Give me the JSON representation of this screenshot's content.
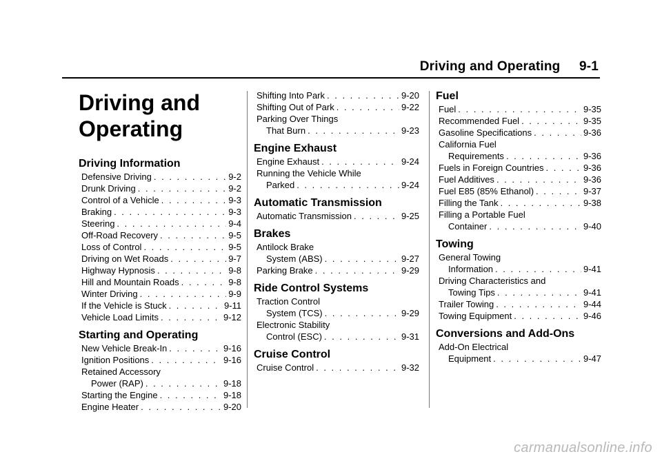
{
  "header": {
    "section_title": "Driving and Operating",
    "page_number": "9-1"
  },
  "chapter_title_line1": "Driving and",
  "chapter_title_line2": "Operating",
  "col1": [
    {
      "title": "Driving Information",
      "entries": [
        {
          "lines": [],
          "last": "Defensive Driving",
          "page": "9-2"
        },
        {
          "lines": [],
          "last": "Drunk Driving",
          "page": "9-2"
        },
        {
          "lines": [],
          "last": "Control of a Vehicle",
          "page": "9-3"
        },
        {
          "lines": [],
          "last": "Braking",
          "page": "9-3"
        },
        {
          "lines": [],
          "last": "Steering",
          "page": "9-4"
        },
        {
          "lines": [],
          "last": "Off-Road Recovery",
          "page": "9-5"
        },
        {
          "lines": [],
          "last": "Loss of Control",
          "page": "9-5"
        },
        {
          "lines": [],
          "last": "Driving on Wet Roads",
          "page": "9-7"
        },
        {
          "lines": [],
          "last": "Highway Hypnosis",
          "page": "9-8"
        },
        {
          "lines": [],
          "last": "Hill and Mountain Roads",
          "page": "9-8"
        },
        {
          "lines": [],
          "last": "Winter Driving",
          "page": "9-9"
        },
        {
          "lines": [],
          "last": "If the Vehicle is Stuck",
          "page": "9-11"
        },
        {
          "lines": [],
          "last": "Vehicle Load Limits",
          "page": "9-12"
        }
      ]
    },
    {
      "title": "Starting and Operating",
      "entries": [
        {
          "lines": [],
          "last": "New Vehicle Break-In",
          "page": "9-16"
        },
        {
          "lines": [],
          "last": "Ignition Positions",
          "page": "9-16"
        },
        {
          "lines": [
            "Retained Accessory"
          ],
          "last": "Power (RAP)",
          "page": "9-18"
        },
        {
          "lines": [],
          "last": "Starting the Engine",
          "page": "9-18"
        },
        {
          "lines": [],
          "last": "Engine Heater",
          "page": "9-20"
        }
      ]
    }
  ],
  "col2": [
    {
      "title": "",
      "entries": [
        {
          "lines": [],
          "last": "Shifting Into Park",
          "page": "9-20"
        },
        {
          "lines": [],
          "last": "Shifting Out of Park",
          "page": "9-22"
        },
        {
          "lines": [
            "Parking Over Things"
          ],
          "last": "That Burn",
          "page": "9-23"
        }
      ]
    },
    {
      "title": "Engine Exhaust",
      "entries": [
        {
          "lines": [],
          "last": "Engine Exhaust",
          "page": "9-24"
        },
        {
          "lines": [
            "Running the Vehicle While"
          ],
          "last": "Parked",
          "page": "9-24"
        }
      ]
    },
    {
      "title": "Automatic Transmission",
      "entries": [
        {
          "lines": [],
          "last": "Automatic Transmission",
          "page": "9-25"
        }
      ]
    },
    {
      "title": "Brakes",
      "entries": [
        {
          "lines": [
            "Antilock Brake"
          ],
          "last": "System (ABS)",
          "page": "9-27"
        },
        {
          "lines": [],
          "last": "Parking Brake",
          "page": "9-29"
        }
      ]
    },
    {
      "title": "Ride Control Systems",
      "entries": [
        {
          "lines": [
            "Traction Control"
          ],
          "last": "System (TCS)",
          "page": "9-29"
        },
        {
          "lines": [
            "Electronic Stability"
          ],
          "last": "Control (ESC)",
          "page": "9-31"
        }
      ]
    },
    {
      "title": "Cruise Control",
      "entries": [
        {
          "lines": [],
          "last": "Cruise Control",
          "page": "9-32"
        }
      ]
    }
  ],
  "col3": [
    {
      "title": "Fuel",
      "entries": [
        {
          "lines": [],
          "last": "Fuel",
          "page": "9-35"
        },
        {
          "lines": [],
          "last": "Recommended Fuel",
          "page": "9-35"
        },
        {
          "lines": [],
          "last": "Gasoline Specifications",
          "page": "9-36"
        },
        {
          "lines": [
            "California Fuel"
          ],
          "last": "Requirements",
          "page": "9-36"
        },
        {
          "lines": [],
          "last": "Fuels in Foreign Countries",
          "page": "9-36"
        },
        {
          "lines": [],
          "last": "Fuel Additives",
          "page": "9-36"
        },
        {
          "lines": [],
          "last": "Fuel E85 (85% Ethanol)",
          "page": "9-37"
        },
        {
          "lines": [],
          "last": "Filling the Tank",
          "page": "9-38"
        },
        {
          "lines": [
            "Filling a Portable Fuel"
          ],
          "last": "Container",
          "page": "9-40"
        }
      ]
    },
    {
      "title": "Towing",
      "entries": [
        {
          "lines": [
            "General Towing"
          ],
          "last": "Information",
          "page": "9-41"
        },
        {
          "lines": [
            "Driving Characteristics and"
          ],
          "last": "Towing Tips",
          "page": "9-41"
        },
        {
          "lines": [],
          "last": "Trailer Towing",
          "page": "9-44"
        },
        {
          "lines": [],
          "last": "Towing Equipment",
          "page": "9-46"
        }
      ]
    },
    {
      "title": "Conversions and Add-Ons",
      "entries": [
        {
          "lines": [
            "Add-On Electrical"
          ],
          "last": "Equipment",
          "page": "9-47"
        }
      ]
    }
  ],
  "watermark": "carmanualsonline.info"
}
